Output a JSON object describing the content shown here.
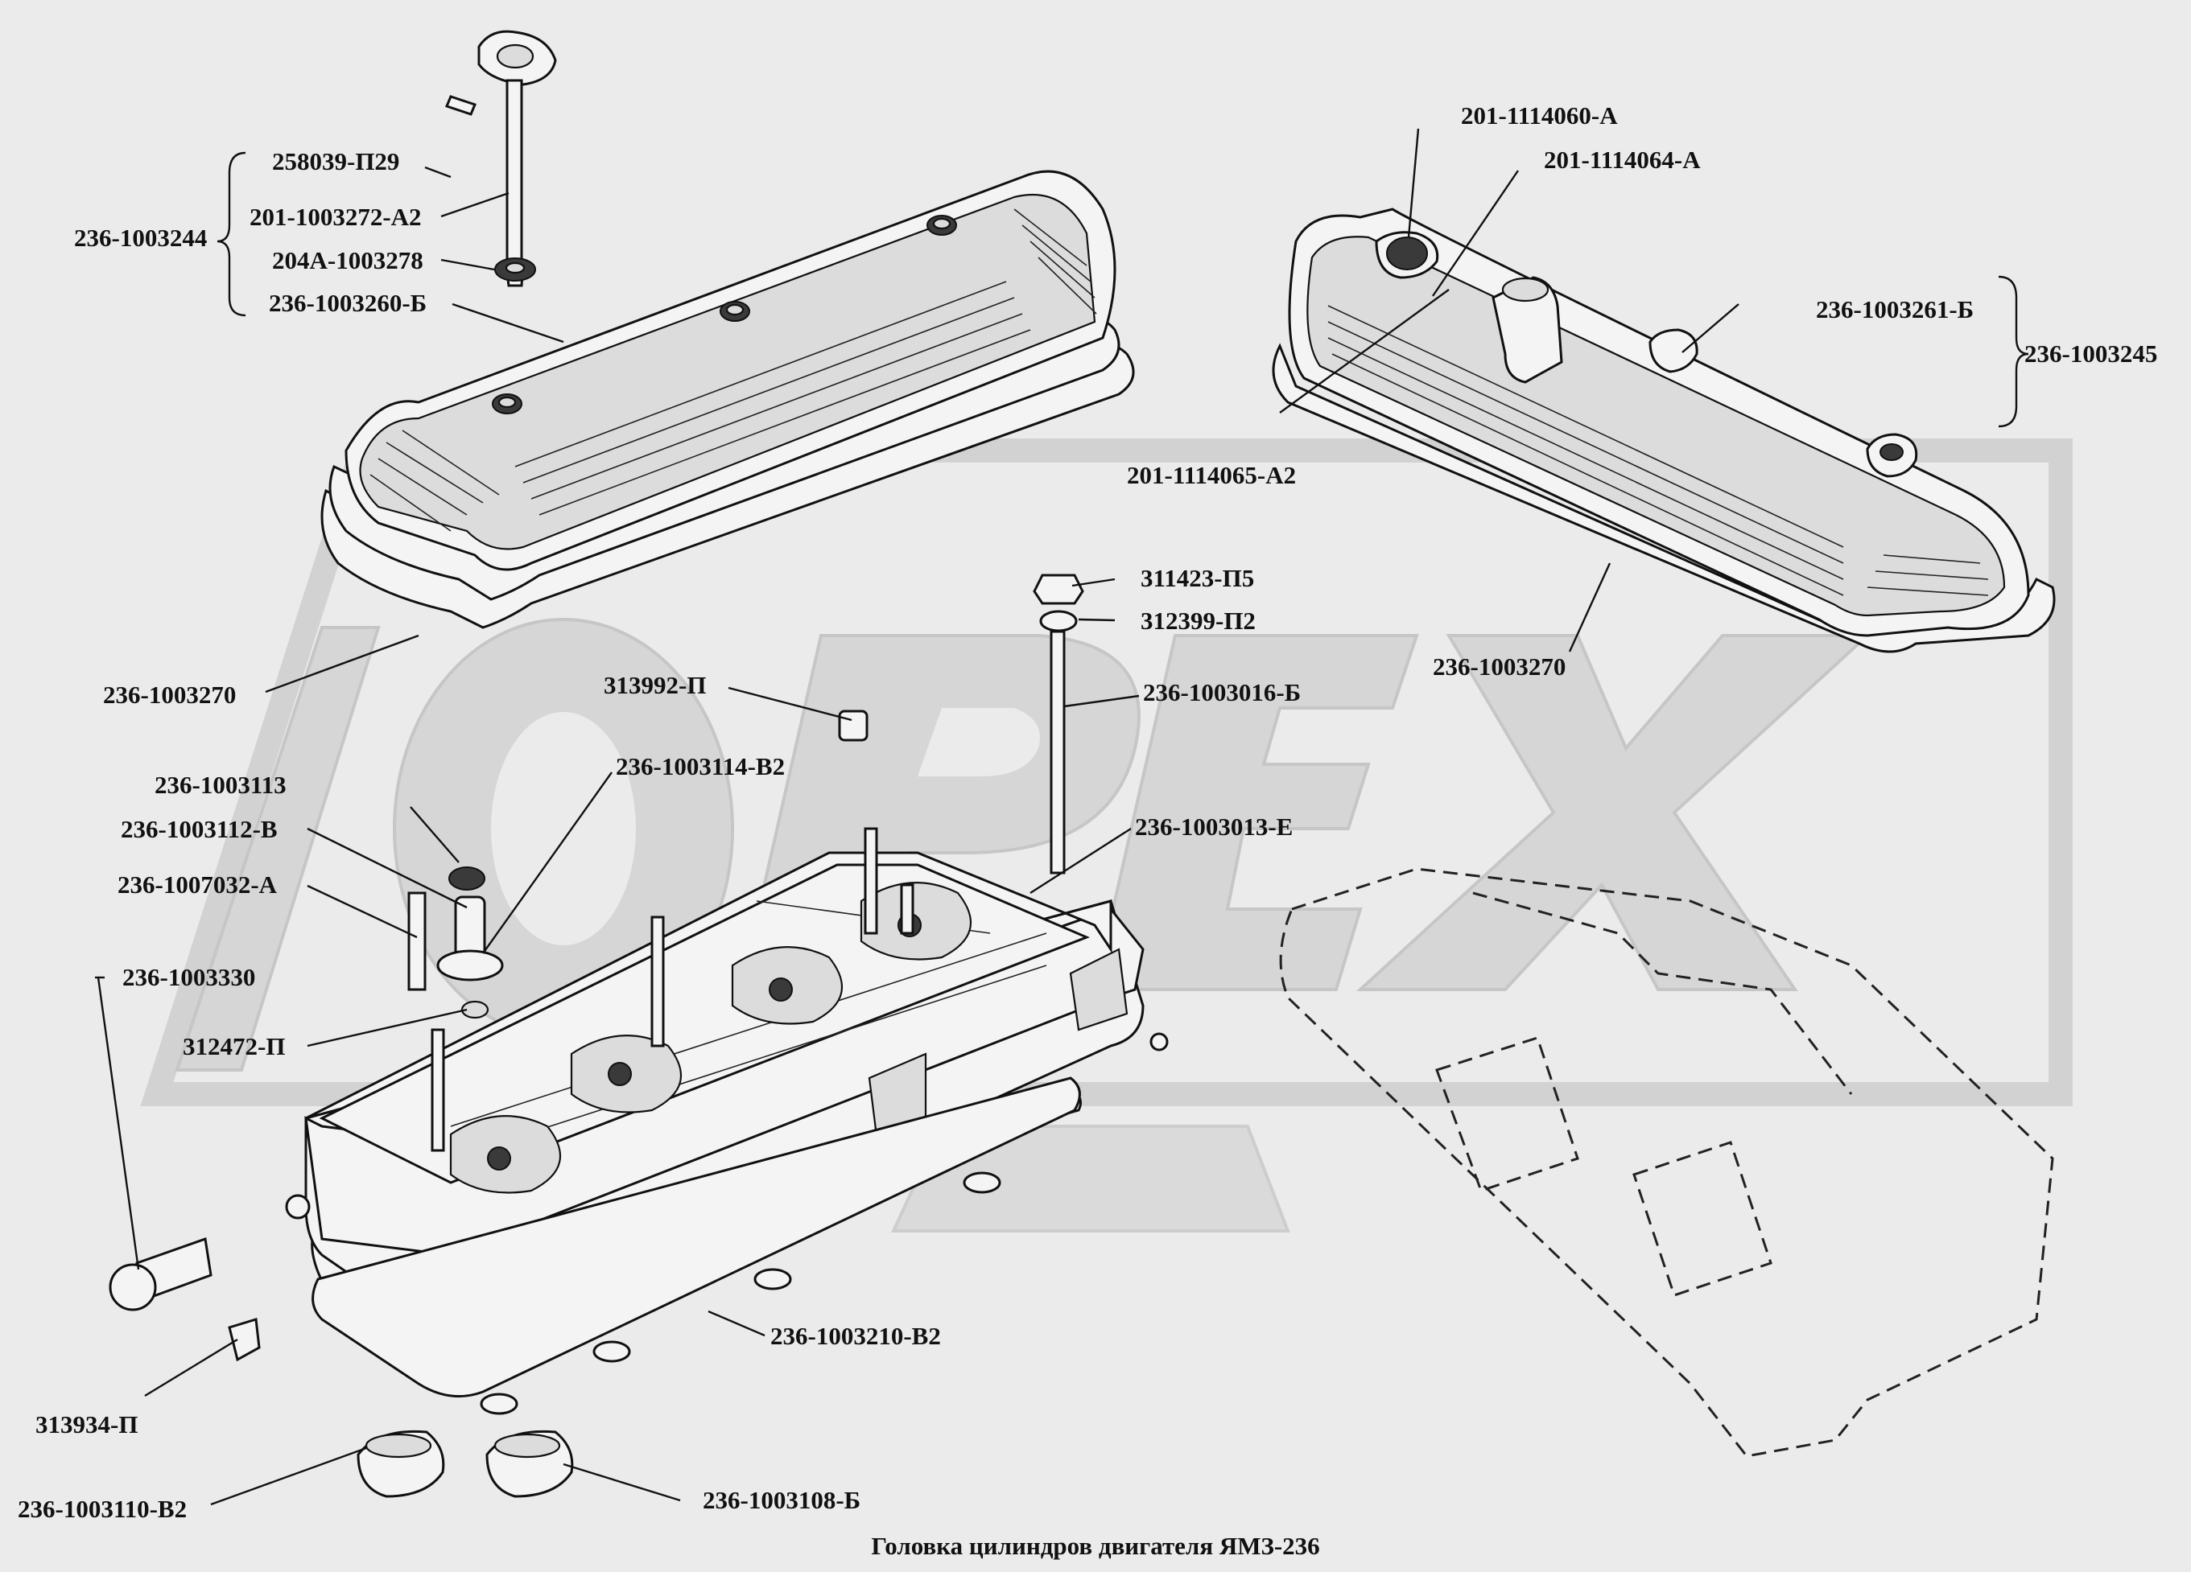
{
  "caption": "Головка цилиндров двигателя ЯМЗ-236",
  "watermark": "OREX",
  "callouts": [
    {
      "id": "c1",
      "text": "258039-П29"
    },
    {
      "id": "c2",
      "text": "201-1003272-А2"
    },
    {
      "id": "c3",
      "text": "236-1003244"
    },
    {
      "id": "c4",
      "text": "204А-1003278"
    },
    {
      "id": "c5",
      "text": "236-1003260-Б"
    },
    {
      "id": "c6",
      "text": "201-1114060-А"
    },
    {
      "id": "c7",
      "text": "201-1114064-А"
    },
    {
      "id": "c8",
      "text": "236-1003261-Б"
    },
    {
      "id": "c9",
      "text": "236-1003245"
    },
    {
      "id": "c10",
      "text": "201-1114065-А2"
    },
    {
      "id": "c11",
      "text": "311423-П5"
    },
    {
      "id": "c12",
      "text": "312399-П2"
    },
    {
      "id": "c13",
      "text": "236-1003270"
    },
    {
      "id": "c14",
      "text": "236-1003270"
    },
    {
      "id": "c15",
      "text": "313992-П"
    },
    {
      "id": "c16",
      "text": "236-1003016-Б"
    },
    {
      "id": "c17",
      "text": "236-1003113"
    },
    {
      "id": "c18",
      "text": "236-1003114-В2"
    },
    {
      "id": "c19",
      "text": "236-1003112-В"
    },
    {
      "id": "c20",
      "text": "236-1003013-Е"
    },
    {
      "id": "c21",
      "text": "236-1007032-А"
    },
    {
      "id": "c22",
      "text": "236-1003330"
    },
    {
      "id": "c23",
      "text": "312472-П"
    },
    {
      "id": "c24",
      "text": "236-1003210-В2"
    },
    {
      "id": "c25",
      "text": "313934-П"
    },
    {
      "id": "c26",
      "text": "236-1003110-В2"
    },
    {
      "id": "c27",
      "text": "236-1003108-Б"
    }
  ]
}
